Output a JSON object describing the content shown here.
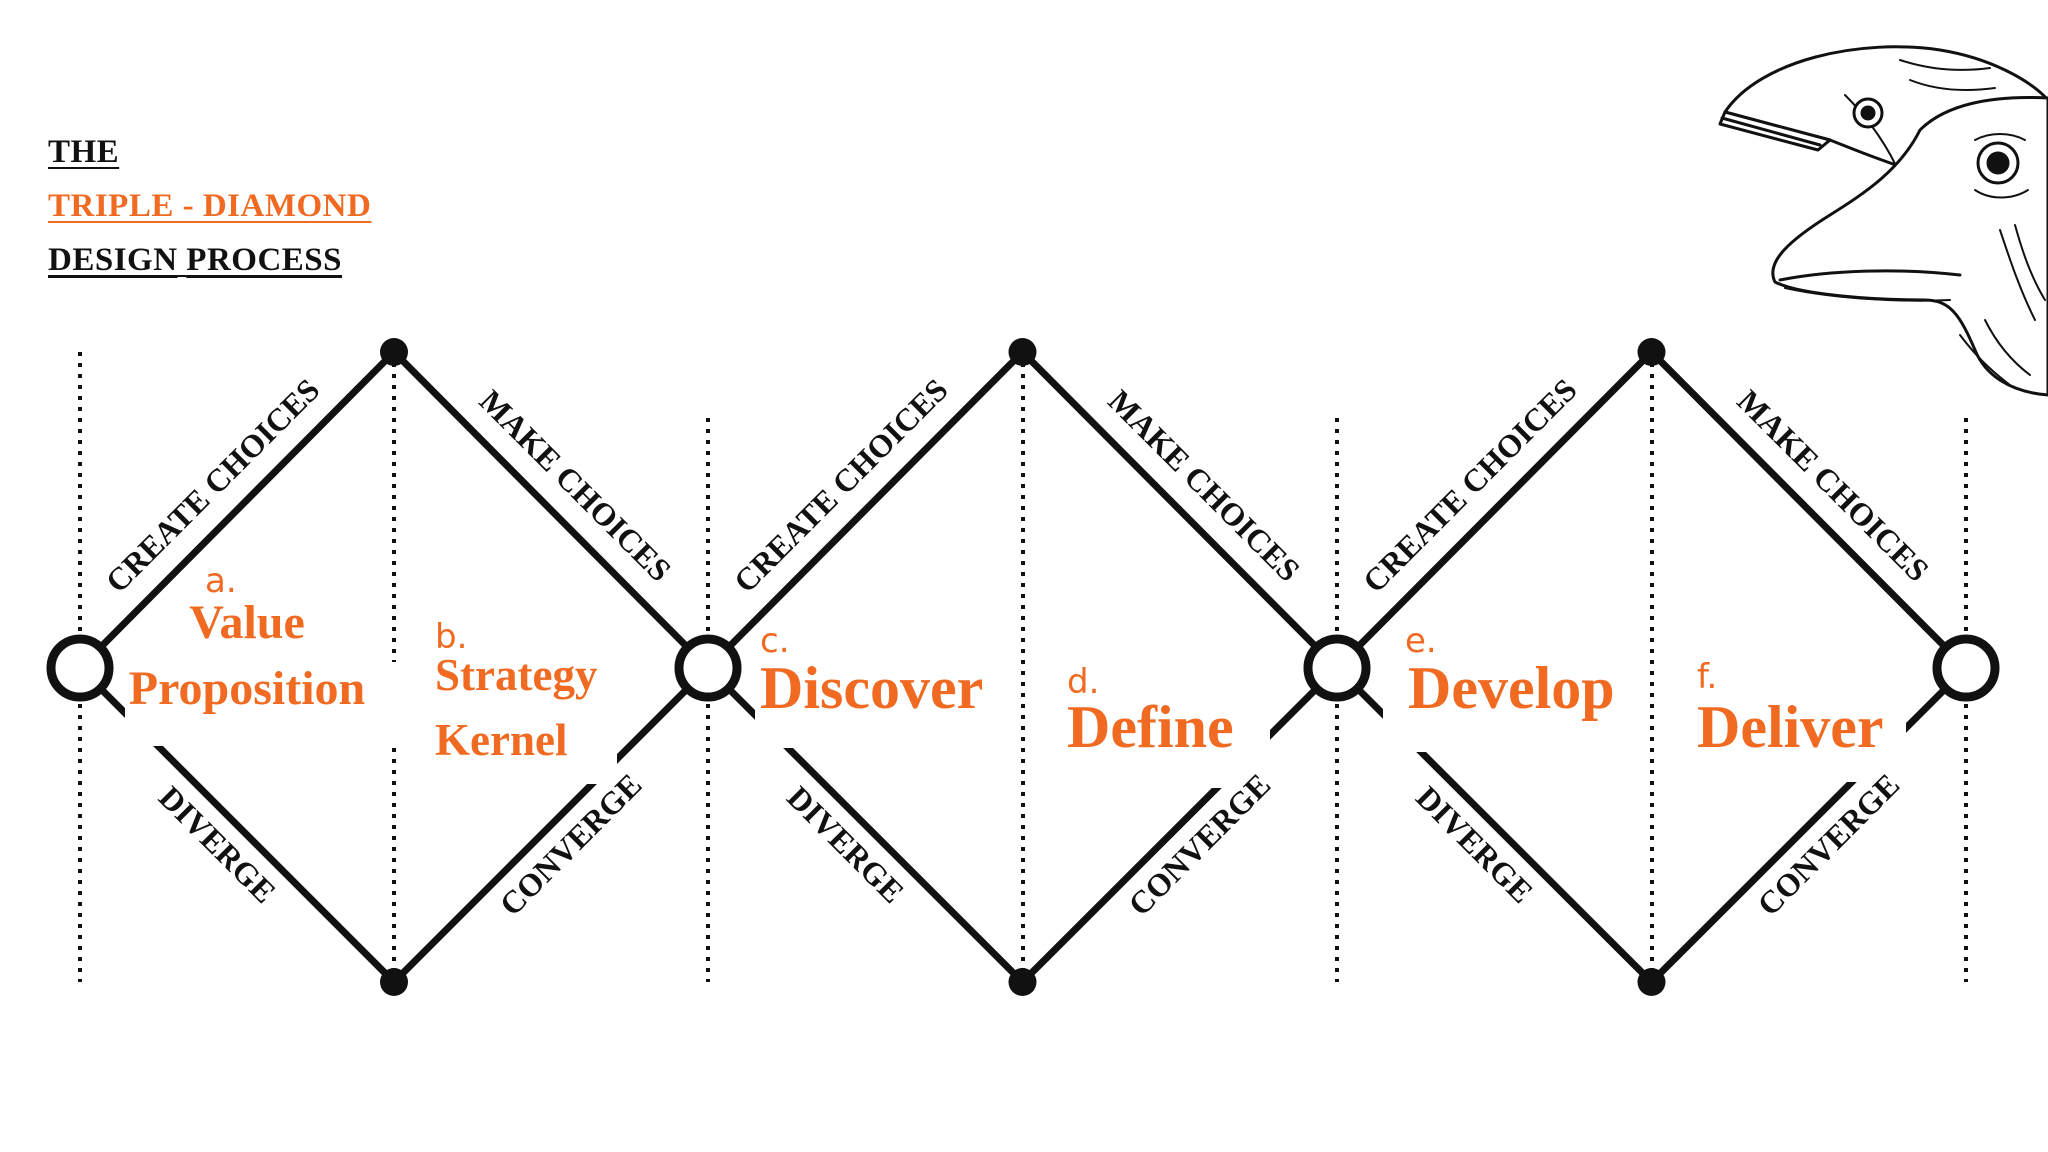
{
  "title": {
    "line1": "THE",
    "line2": "TRIPLE - DIAMOND",
    "line3a": "DESIGN",
    "line3b": "PROCESS"
  },
  "edge_labels": {
    "create": "CREATE CHOICES",
    "make": "MAKE CHOICES",
    "diverge": "DIVERGE",
    "converge": "CONVERGE"
  },
  "phases": [
    {
      "letter": "a.",
      "lines": [
        "Value",
        "Proposition"
      ]
    },
    {
      "letter": "b.",
      "lines": [
        "Strategy",
        "Kernel"
      ]
    },
    {
      "letter": "c.",
      "lines": [
        "Discover"
      ]
    },
    {
      "letter": "d.",
      "lines": [
        "Define"
      ]
    },
    {
      "letter": "e.",
      "lines": [
        "Develop"
      ]
    },
    {
      "letter": "f.",
      "lines": [
        "Deliver"
      ]
    }
  ],
  "colors": {
    "accent": "#f06a22",
    "ink": "#111111"
  },
  "icons": [
    "bird-illustration"
  ]
}
